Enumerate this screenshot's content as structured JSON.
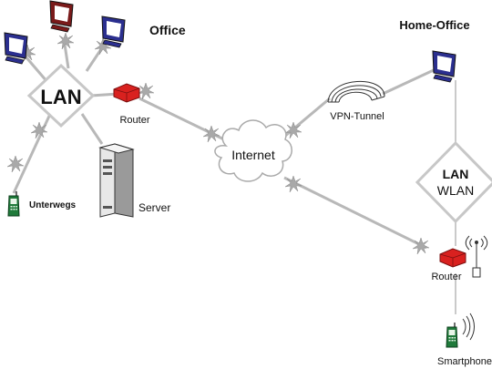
{
  "office": {
    "title": "Office",
    "lan_label": "LAN",
    "router_label": "Router",
    "server_label": "Server",
    "mobile_label": "Unterwegs"
  },
  "center": {
    "internet_label": "Internet",
    "vpn_label": "VPN-Tunnel"
  },
  "home_office": {
    "title": "Home-Office",
    "lan_label": "LAN",
    "wlan_label": "WLAN",
    "router_label": "Router",
    "smartphone_label": "Smartphone"
  },
  "colors": {
    "line": "#b8b8b8",
    "spark": "#a9a9a9",
    "router": "#d9211f",
    "monitor_blue": "#2b2f8f",
    "monitor_red": "#7a1a1a",
    "phone_green": "#1f7a3a"
  }
}
